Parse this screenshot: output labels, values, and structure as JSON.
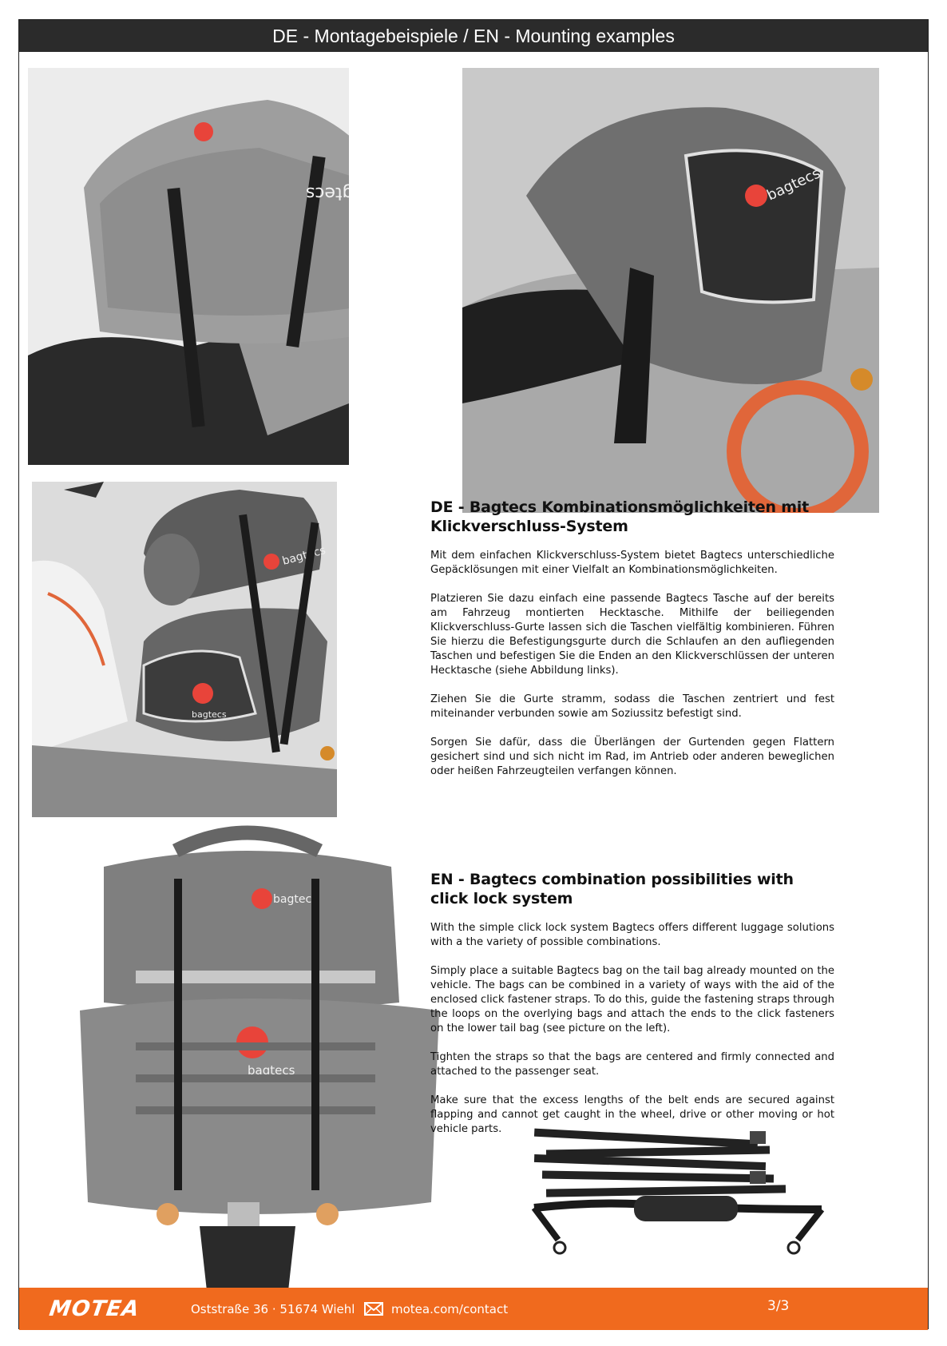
{
  "header": {
    "title": "DE - Montagebeispiele / EN - Mounting examples"
  },
  "photos": {
    "tail_bag_logo": "bagtecs",
    "seat_bag_logo": "bagtecs",
    "roll_bag_logo": "bagtecs",
    "dry_bag_logo": "bagtecs"
  },
  "de": {
    "heading": "DE - Bagtecs Kombinationsmöglichkeiten mit Klickverschluss-System",
    "p1": "Mit dem einfachen Klickverschluss-System bietet Bagtecs unterschiedliche Gepäcklösungen mit einer Vielfalt an Kombinationsmöglichkeiten.",
    "p2": "Platzieren Sie dazu einfach eine passende Bagtecs Tasche auf der bereits am Fahrzeug montierten Hecktasche. Mithilfe der beiliegenden Klickverschluss-Gurte lassen sich die Taschen vielfältig kombinieren. Führen Sie hierzu die Befestigungsgurte durch die Schlaufen an den aufliegenden Taschen und befestigen Sie die Enden an den Klickverschlüssen der unteren Hecktasche (siehe Abbildung links).",
    "p3": "Ziehen Sie die Gurte stramm, sodass die Taschen zentriert und fest miteinander verbunden sowie am Soziussitz befestigt sind.",
    "p4": "Sorgen Sie dafür, dass die Überlängen der Gurtenden gegen Flattern gesichert sind und sich nicht im Rad, im Antrieb oder anderen beweglichen oder heißen Fahrzeugteilen verfangen können."
  },
  "en": {
    "heading": "EN - Bagtecs combination possibilities with click lock system",
    "p1": "With the simple click lock system Bagtecs offers different luggage solutions with a the variety of possible combinations.",
    "p2": "Simply place a suitable Bagtecs bag on the tail bag already mounted on the vehicle. The bags can be combined in a variety of ways with the aid of the enclosed click fastener straps. To do this, guide the fastening straps through the loops on the overlying bags and attach the ends to the click fasteners on the lower tail bag (see picture on the left).",
    "p3": "Tighten the straps so that the bags are centered and firmly connected and attached to the passenger seat.",
    "p4": "Make sure that the excess lengths of the belt ends are secured against flapping and cannot get caught in the wheel, drive or other moving or hot vehicle parts."
  },
  "footer": {
    "logo": "MOTEA",
    "address": "Oststraße 36 · 51674 Wiehl",
    "contact": "motea.com/contact",
    "page": "3/3",
    "mail_icon": "envelope-icon"
  },
  "colors": {
    "header_bg": "#2b2b2b",
    "footer_bg": "#f06a1e",
    "accent_red": "#e8443a"
  }
}
